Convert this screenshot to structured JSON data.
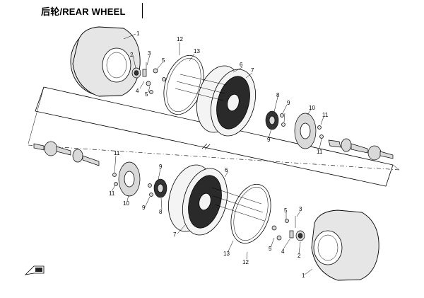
{
  "header": {
    "title": "后轮/REAR WHEEL"
  },
  "callouts": {
    "top": [
      {
        "id": "c-t-1",
        "text": "1"
      },
      {
        "id": "c-t-2",
        "text": "2"
      },
      {
        "id": "c-t-3",
        "text": "3"
      },
      {
        "id": "c-t-4",
        "text": "4"
      },
      {
        "id": "c-t-5a",
        "text": "5"
      },
      {
        "id": "c-t-5b",
        "text": "5"
      },
      {
        "id": "c-t-6",
        "text": "6"
      },
      {
        "id": "c-t-7",
        "text": "7"
      },
      {
        "id": "c-t-8",
        "text": "8"
      },
      {
        "id": "c-t-9a",
        "text": "9"
      },
      {
        "id": "c-t-9b",
        "text": "9"
      },
      {
        "id": "c-t-10",
        "text": "10"
      },
      {
        "id": "c-t-11a",
        "text": "11"
      },
      {
        "id": "c-t-11b",
        "text": "11"
      },
      {
        "id": "c-t-12",
        "text": "12"
      },
      {
        "id": "c-t-13",
        "text": "13"
      }
    ],
    "bottom": [
      {
        "id": "c-b-11a",
        "text": "11"
      },
      {
        "id": "c-b-11b",
        "text": "11"
      },
      {
        "id": "c-b-9",
        "text": "9"
      },
      {
        "id": "c-b-6",
        "text": "6"
      },
      {
        "id": "c-b-10",
        "text": "10"
      },
      {
        "id": "c-b-8",
        "text": "8"
      },
      {
        "id": "c-b-9b",
        "text": "9"
      },
      {
        "id": "c-b-7",
        "text": "7"
      },
      {
        "id": "c-b-5a",
        "text": "5"
      },
      {
        "id": "c-b-5b",
        "text": "5"
      },
      {
        "id": "c-b-3",
        "text": "3"
      },
      {
        "id": "c-b-4",
        "text": "4"
      },
      {
        "id": "c-b-2",
        "text": "2"
      },
      {
        "id": "c-b-13",
        "text": "13"
      },
      {
        "id": "c-b-12",
        "text": "12"
      },
      {
        "id": "c-b-1",
        "text": "1"
      }
    ]
  }
}
